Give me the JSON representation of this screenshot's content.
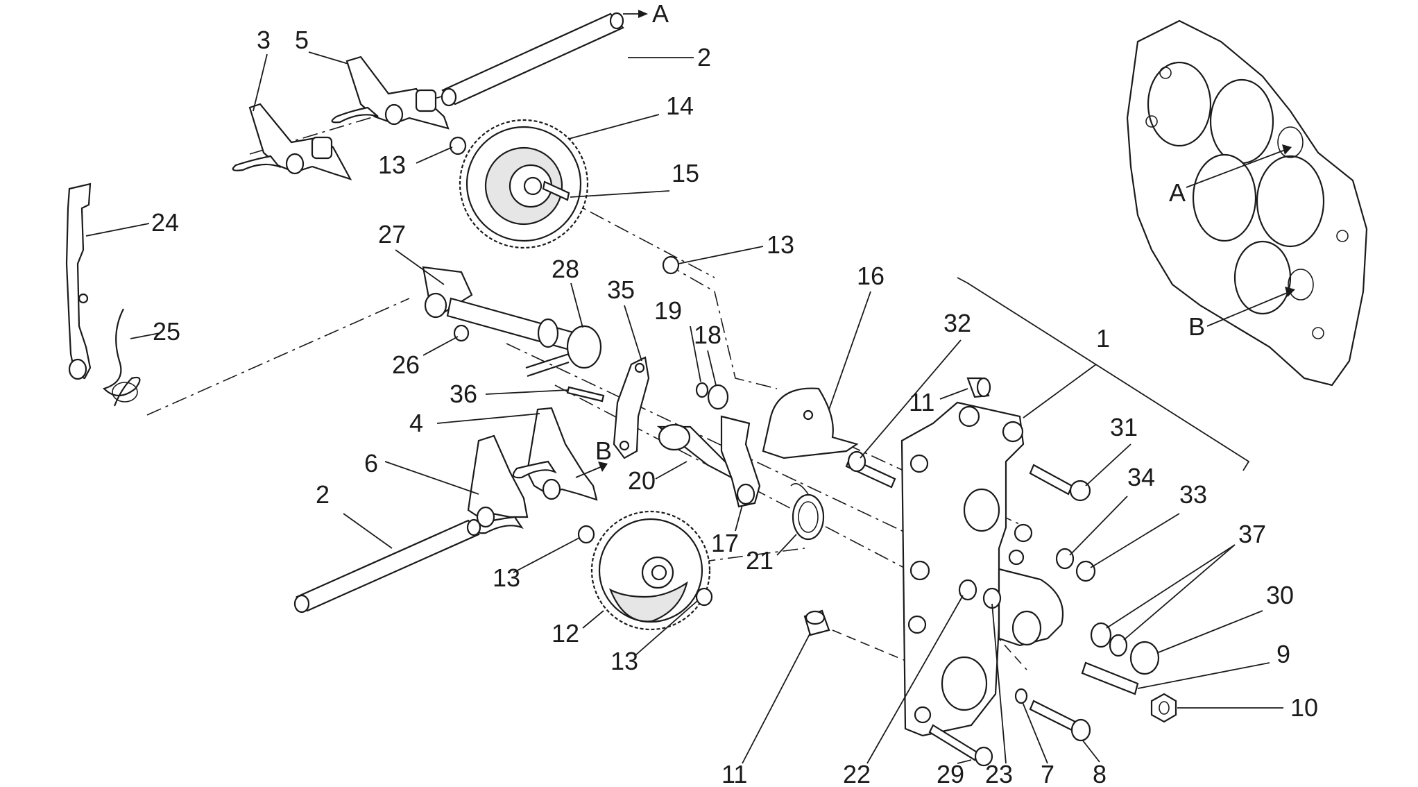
{
  "callouts": {
    "p1": "1",
    "p2a": "2",
    "p2b": "2",
    "p3": "3",
    "p4": "4",
    "p5": "5",
    "p6": "6",
    "p7": "7",
    "p8": "8",
    "p9": "9",
    "p10": "10",
    "p11a": "11",
    "p11b": "11",
    "p12": "12",
    "p13a": "13",
    "p13b": "13",
    "p13c": "13",
    "p13d": "13",
    "p14": "14",
    "p15": "15",
    "p16": "16",
    "p17": "17",
    "p18": "18",
    "p19": "19",
    "p20": "20",
    "p21": "21",
    "p22": "22",
    "p23": "23",
    "p24": "24",
    "p25": "25",
    "p26": "26",
    "p27": "27",
    "p28": "28",
    "p29": "29",
    "p30": "30",
    "p31": "31",
    "p32": "32",
    "p33": "33",
    "p34": "34",
    "p35": "35",
    "p36": "36",
    "p37": "37"
  },
  "references": {
    "a_top": "A",
    "b_mid": "B",
    "a_housing": "A",
    "b_housing": "B"
  }
}
